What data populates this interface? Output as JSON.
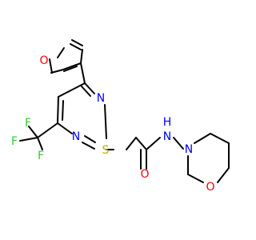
{
  "molecule": {
    "atom_labels": {
      "furan_O": "O",
      "pyrimidine_N3": "N",
      "pyrimidine_N1": "N",
      "S": "S",
      "F_top": "F",
      "F_left": "F",
      "F_bottom": "F",
      "carbonyl_O": "O",
      "amide_N": "N",
      "amide_H": "H",
      "morpholine_N": "N",
      "morpholine_O": "O"
    },
    "colors": {
      "bond": "#000000",
      "oxygen": "#ff0000",
      "nitrogen": "#0000ff",
      "sulfur": "#b3b300",
      "fluorine": "#33cc33",
      "hydrogen": "#0000ff"
    }
  }
}
